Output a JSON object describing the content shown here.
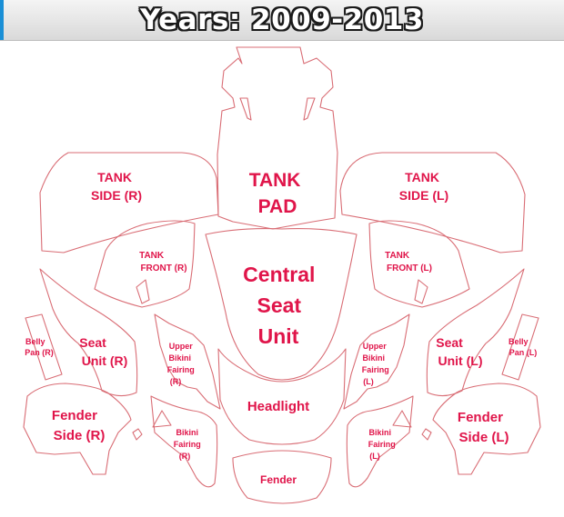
{
  "header": {
    "title": "Years: 2009-2013"
  },
  "colors": {
    "label": "#e0154a",
    "outline": "#d96d75",
    "header_text": "#ffffff"
  },
  "parts": {
    "tank_pad": [
      "TANK",
      "PAD"
    ],
    "tank_side_r": [
      "TANK",
      "SIDE (R)"
    ],
    "tank_side_l": [
      "TANK",
      "SIDE (L)"
    ],
    "tank_front_r": [
      "TANK",
      "FRONT (R)"
    ],
    "tank_front_l": [
      "TANK",
      "FRONT (L)"
    ],
    "central_seat_unit": [
      "Central",
      "Seat",
      "Unit"
    ],
    "seat_unit_r": [
      "Seat",
      "Unit (R)"
    ],
    "seat_unit_l": [
      "Seat",
      "Unit (L)"
    ],
    "belly_pan_r": [
      "Belly",
      "Pan (R)"
    ],
    "belly_pan_l": [
      "Belly",
      "Pan (L)"
    ],
    "upper_bikini_fairing_r": [
      "Upper",
      "Bikini",
      "Fairing",
      "(R)"
    ],
    "upper_bikini_fairing_l": [
      "Upper",
      "Bikini",
      "Fairing",
      "(L)"
    ],
    "headlight": [
      "Headlight"
    ],
    "fender_side_r": [
      "Fender",
      "Side (R)"
    ],
    "fender_side_l": [
      "Fender",
      "Side (L)"
    ],
    "bikini_fairing_r": [
      "Bikini",
      "Fairing",
      "(R)"
    ],
    "bikini_fairing_l": [
      "Bikini",
      "Fairing",
      "(L)"
    ],
    "fender": [
      "Fender"
    ]
  }
}
